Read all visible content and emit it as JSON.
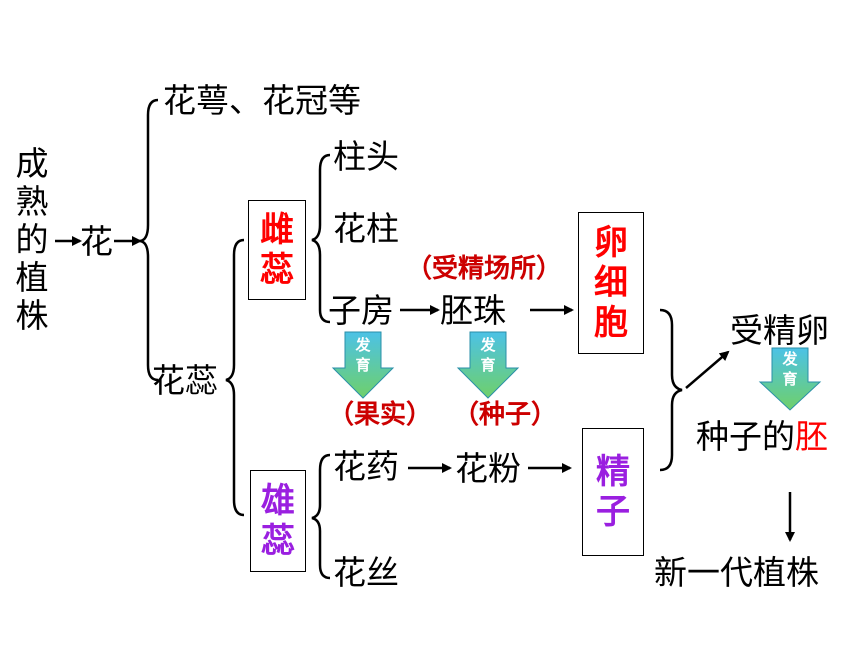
{
  "diagram": {
    "mature_plant": "成熟的植株",
    "flower": "花",
    "sepal_petal": "花萼、花冠等",
    "stamen_pistil_group": "花蕊",
    "pistil": "雌蕊",
    "stamen": "雄蕊",
    "stigma": "柱头",
    "style": "花柱",
    "ovary": "子房",
    "ovule": "胚珠",
    "fertilization_site": "（受精场所）",
    "egg_cell": "卵细胞",
    "anther": "花药",
    "filament": "花丝",
    "pollen": "花粉",
    "sperm": "精子",
    "fertilized_egg": "受精卵",
    "embryo_prefix": "种子的",
    "embryo": "胚",
    "new_plant": "新一代植株",
    "fruit": "（果实）",
    "seed": "（种子）",
    "develop_top": "发",
    "develop_bottom": "育"
  },
  "colors": {
    "red": "#ff0000",
    "dark_red": "#cc0000",
    "purple": "#9a1fe0",
    "arrow_fill_top": "#4cc2e6",
    "arrow_fill_bottom": "#6fd06a"
  }
}
